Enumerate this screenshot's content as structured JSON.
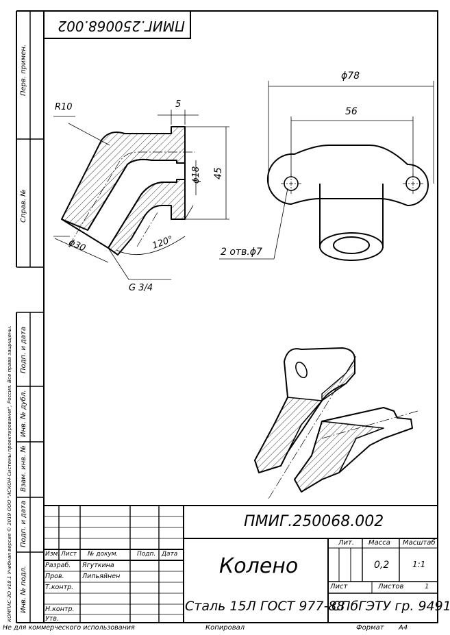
{
  "document": {
    "designation": "ПМИГ.250068.002",
    "designation_top": "ПМИГ.250068.002",
    "title": "Колено",
    "material": "Сталь 15Л  ГОСТ 977-88",
    "organization": "СПбГЭТУ гр. 9491",
    "mass": "0,2",
    "scale": "1:1",
    "sheet_total_label": "Листов",
    "sheet_total": "1",
    "sheet_label": "Лист"
  },
  "stamp_headers": {
    "lit": "Лит.",
    "mass": "Масса",
    "scale": "Масштаб",
    "izm": "Изм.",
    "list": "Лист",
    "doc_no": "№ докум.",
    "sign": "Подп.",
    "date": "Дата"
  },
  "roles": [
    {
      "role": "Разраб.",
      "name": "Ягуткина"
    },
    {
      "role": "Пров.",
      "name": "Липьяйнен"
    },
    {
      "role": "Т.контр.",
      "name": ""
    },
    {
      "role": "Н.контр.",
      "name": ""
    },
    {
      "role": "Утв.",
      "name": ""
    }
  ],
  "side_labels": {
    "perv_primen": "Перв. примен.",
    "sprav_no": "Справ. №",
    "podp_data_1": "Подп. и дата",
    "inv_dubl": "Инв. № дубл.",
    "vzam_inv": "Взам. инв. №",
    "podp_data_2": "Подп. и дата",
    "inv_podl": "Инв. № подл."
  },
  "footer": {
    "noncommercial": "Не для коммерческого использования",
    "copied": "Копировал",
    "format_label": "Формат",
    "format_value": "А4"
  },
  "software_note": "КОМПАС-3D v18.1 Учебная версия © 2019 ООО \"АСКОН-Системы проектирования\", Россия. Все права защищены.",
  "dimensions": {
    "r10": "R10",
    "d5": "5",
    "d18": "ϕ18",
    "d45": "45",
    "d30": "ϕ30",
    "a120": "120°",
    "g34": "G 3/4",
    "d78": "ϕ78",
    "d56": "56",
    "holes": "2 отв.ϕ7"
  }
}
